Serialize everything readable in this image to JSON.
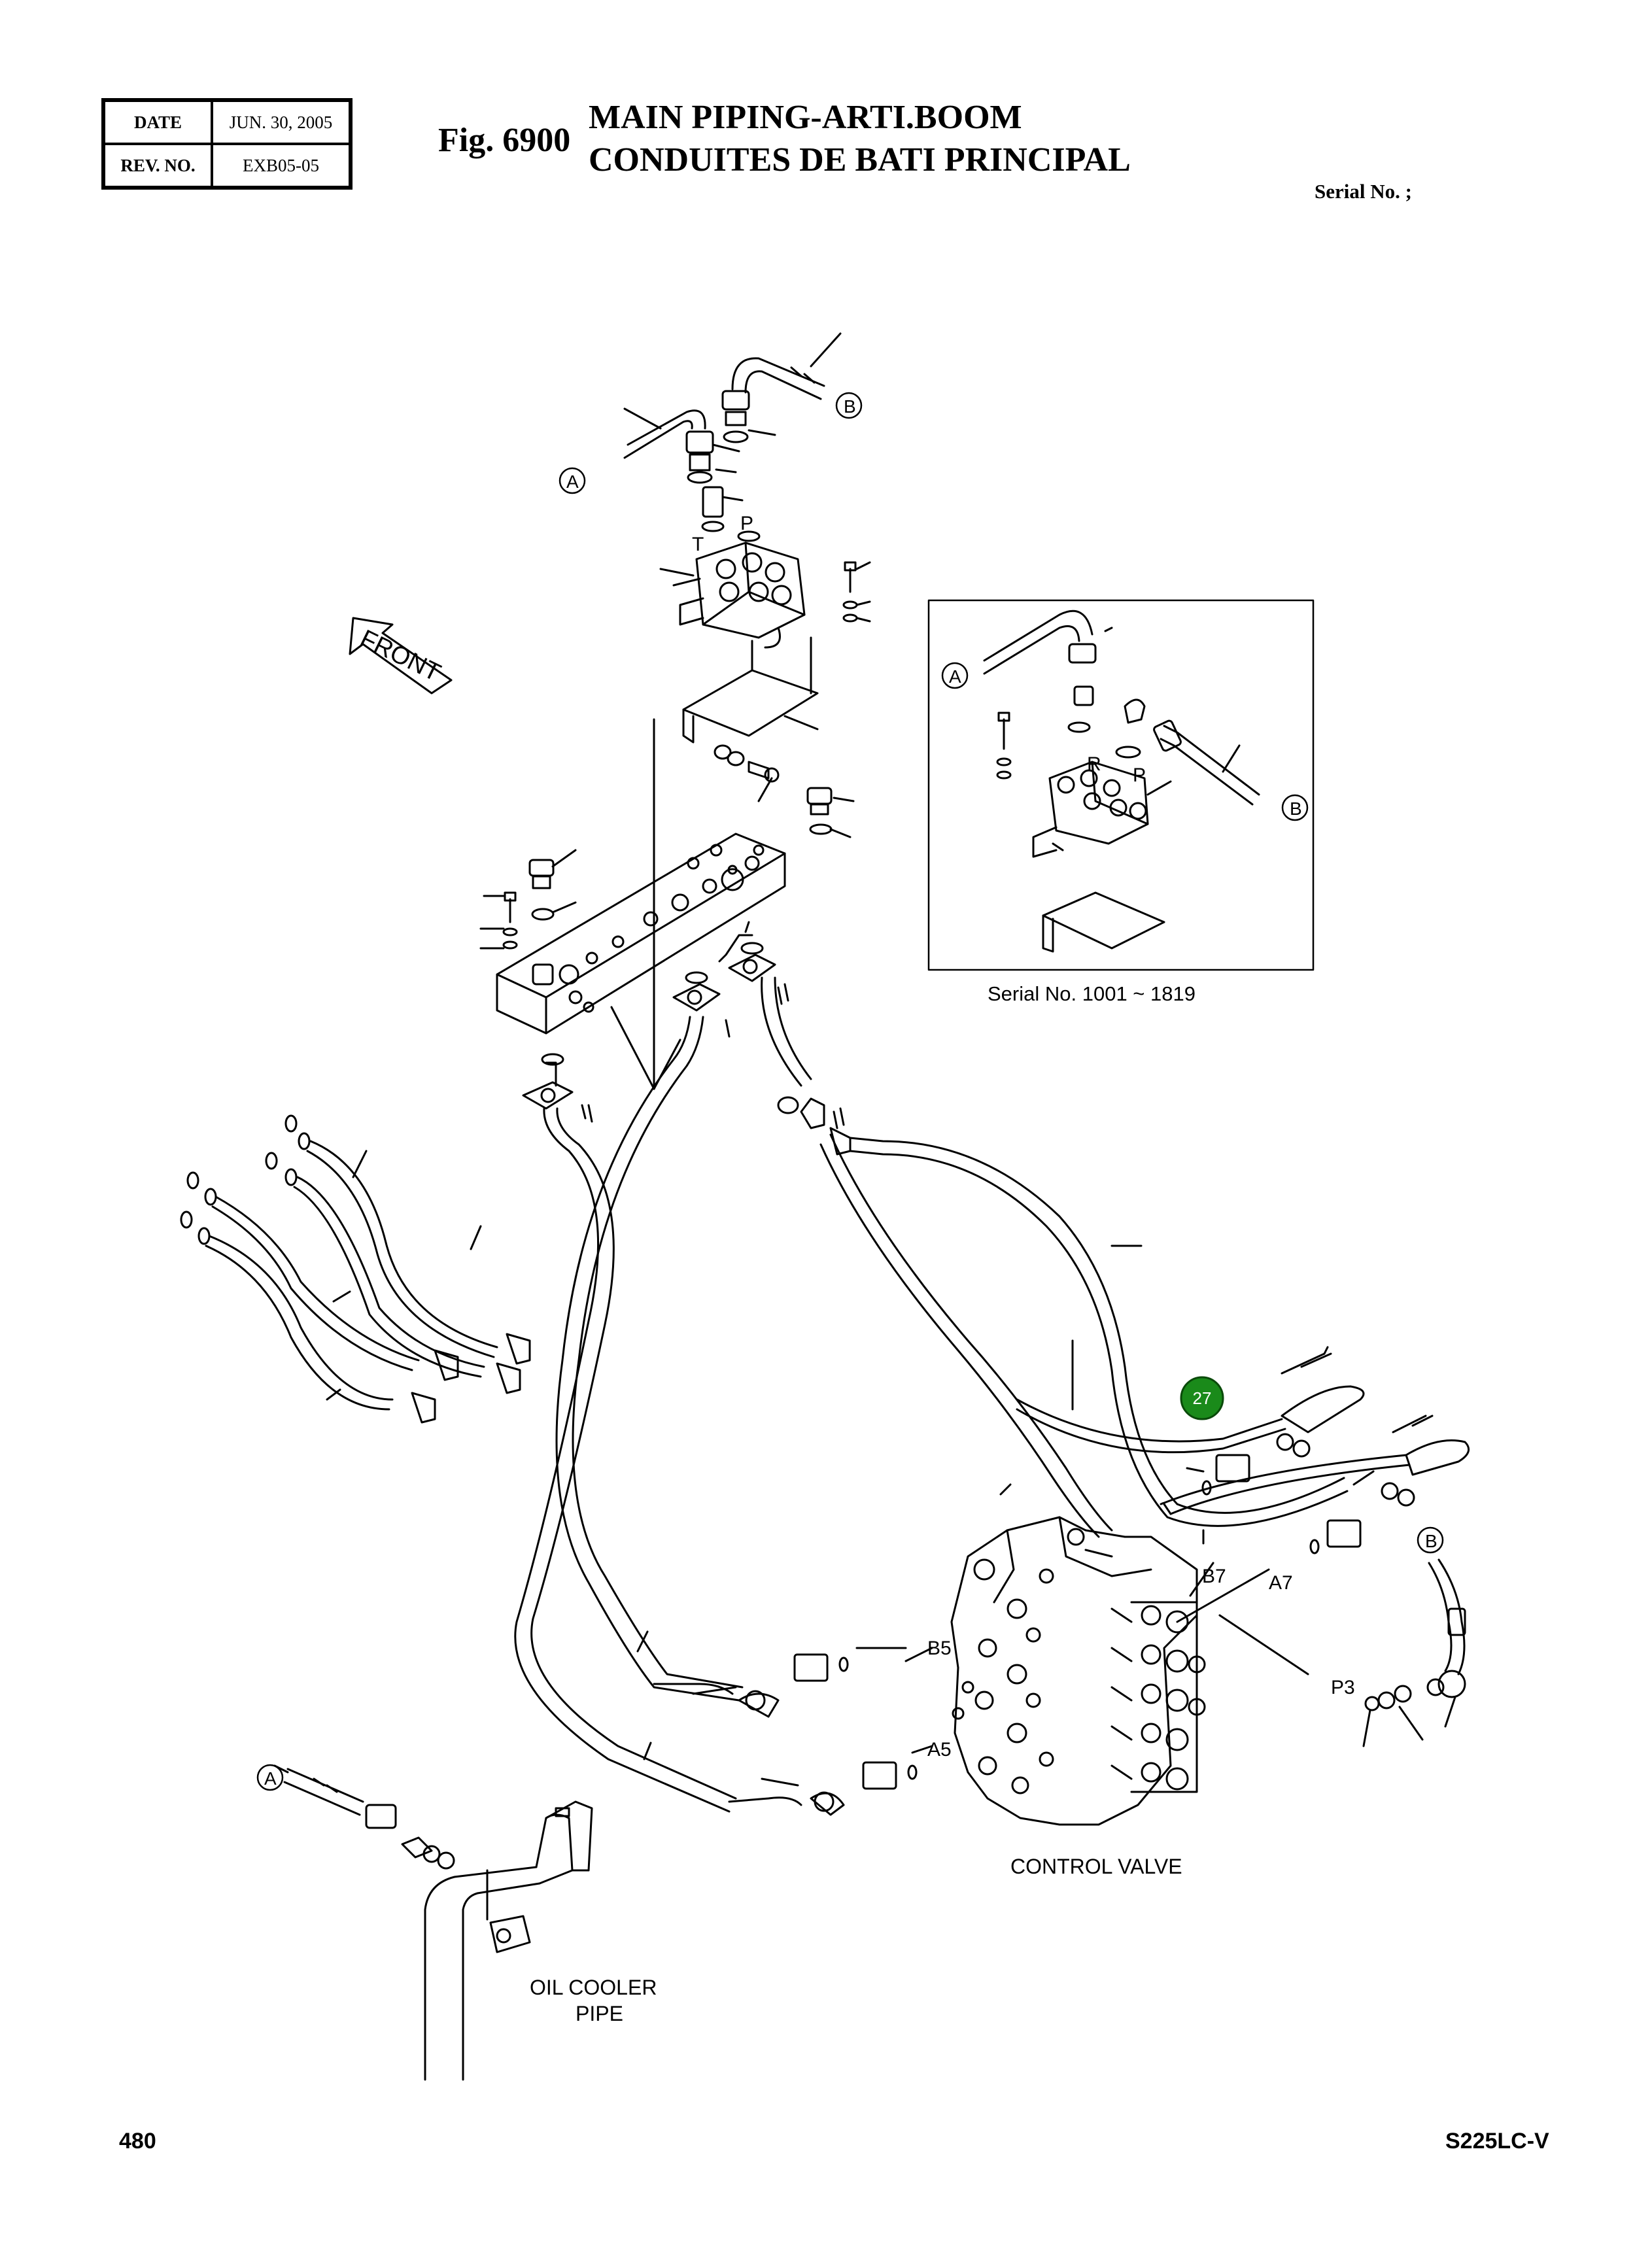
{
  "header": {
    "date_label": "DATE",
    "date_value": "JUN. 30, 2005",
    "rev_label": "REV. NO.",
    "rev_value": "EXB05-05",
    "fig_number": "Fig. 6900",
    "title_en": "MAIN PIPING-ARTI.BOOM",
    "title_fr": "CONDUITES DE BATI PRINCIPAL",
    "serial_label": "Serial No. ;"
  },
  "diagram": {
    "front_label": "FRONT",
    "inset_serial": "Serial No. 1001 ~ 1819",
    "port_labels": {
      "t": "T",
      "p": "P",
      "r": "R",
      "p_inset": "P",
      "b7": "B7",
      "a7": "A7",
      "b5": "B5",
      "a5": "A5",
      "p3": "P3"
    },
    "connector_labels": {
      "a": "A",
      "b": "B"
    },
    "callout_27": "27",
    "control_valve": "CONTROL VALVE",
    "oil_cooler_1": "OIL COOLER",
    "oil_cooler_2": "PIPE"
  },
  "colors": {
    "line": "#000000",
    "callout_fill": "#1a8a1a",
    "callout_text": "#ffffff"
  },
  "footer": {
    "page_number": "480",
    "model": "S225LC-V"
  }
}
